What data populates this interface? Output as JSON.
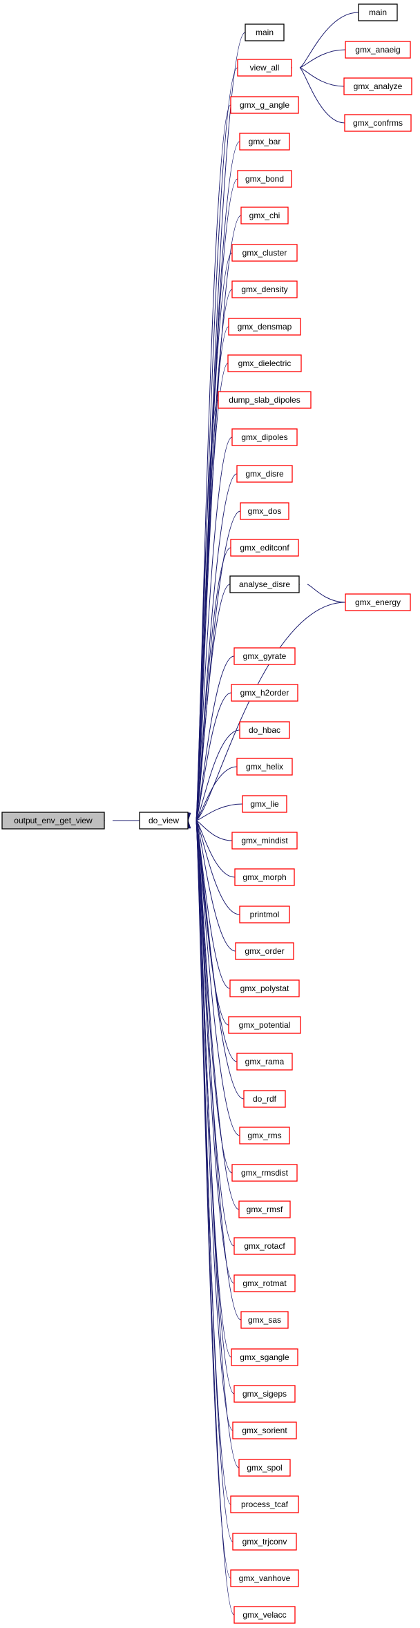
{
  "colors": {
    "edge": "#1a1a6e",
    "arrow": "#1a1a6e",
    "focus_fill": "#bfbfbf",
    "focus_border": "#000000",
    "black_border": "#000000",
    "red_border": "#ff0000",
    "node_fill": "#ffffff"
  },
  "nodes": [
    {
      "id": "output_env_get_view",
      "label": "output_env_get_view",
      "style": "focus"
    },
    {
      "id": "do_view",
      "label": "do_view",
      "style": "black"
    },
    {
      "id": "main_1",
      "label": "main",
      "style": "black"
    },
    {
      "id": "view_all",
      "label": "view_all",
      "style": "red"
    },
    {
      "id": "gmx_g_angle",
      "label": "gmx_g_angle",
      "style": "red"
    },
    {
      "id": "gmx_bar",
      "label": "gmx_bar",
      "style": "red"
    },
    {
      "id": "gmx_bond",
      "label": "gmx_bond",
      "style": "red"
    },
    {
      "id": "gmx_chi",
      "label": "gmx_chi",
      "style": "red"
    },
    {
      "id": "gmx_cluster",
      "label": "gmx_cluster",
      "style": "red"
    },
    {
      "id": "gmx_density",
      "label": "gmx_density",
      "style": "red"
    },
    {
      "id": "gmx_densmap",
      "label": "gmx_densmap",
      "style": "red"
    },
    {
      "id": "gmx_dielectric",
      "label": "gmx_dielectric",
      "style": "red"
    },
    {
      "id": "dump_slab_dipoles",
      "label": "dump_slab_dipoles",
      "style": "red"
    },
    {
      "id": "gmx_dipoles",
      "label": "gmx_dipoles",
      "style": "red"
    },
    {
      "id": "gmx_disre",
      "label": "gmx_disre",
      "style": "red"
    },
    {
      "id": "gmx_dos",
      "label": "gmx_dos",
      "style": "red"
    },
    {
      "id": "gmx_editconf",
      "label": "gmx_editconf",
      "style": "red"
    },
    {
      "id": "analyse_disre",
      "label": "analyse_disre",
      "style": "black"
    },
    {
      "id": "gmx_gyrate",
      "label": "gmx_gyrate",
      "style": "red"
    },
    {
      "id": "gmx_h2order",
      "label": "gmx_h2order",
      "style": "red"
    },
    {
      "id": "do_hbac",
      "label": "do_hbac",
      "style": "red"
    },
    {
      "id": "gmx_helix",
      "label": "gmx_helix",
      "style": "red"
    },
    {
      "id": "gmx_lie",
      "label": "gmx_lie",
      "style": "red"
    },
    {
      "id": "gmx_mindist",
      "label": "gmx_mindist",
      "style": "red"
    },
    {
      "id": "gmx_morph",
      "label": "gmx_morph",
      "style": "red"
    },
    {
      "id": "printmol",
      "label": "printmol",
      "style": "red"
    },
    {
      "id": "gmx_order",
      "label": "gmx_order",
      "style": "red"
    },
    {
      "id": "gmx_polystat",
      "label": "gmx_polystat",
      "style": "red"
    },
    {
      "id": "gmx_potential",
      "label": "gmx_potential",
      "style": "red"
    },
    {
      "id": "gmx_rama",
      "label": "gmx_rama",
      "style": "red"
    },
    {
      "id": "do_rdf",
      "label": "do_rdf",
      "style": "red"
    },
    {
      "id": "gmx_rms",
      "label": "gmx_rms",
      "style": "red"
    },
    {
      "id": "gmx_rmsdist",
      "label": "gmx_rmsdist",
      "style": "red"
    },
    {
      "id": "gmx_rmsf",
      "label": "gmx_rmsf",
      "style": "red"
    },
    {
      "id": "gmx_rotacf",
      "label": "gmx_rotacf",
      "style": "red"
    },
    {
      "id": "gmx_rotmat",
      "label": "gmx_rotmat",
      "style": "red"
    },
    {
      "id": "gmx_sas",
      "label": "gmx_sas",
      "style": "red"
    },
    {
      "id": "gmx_sgangle",
      "label": "gmx_sgangle",
      "style": "red"
    },
    {
      "id": "gmx_sigeps",
      "label": "gmx_sigeps",
      "style": "red"
    },
    {
      "id": "gmx_sorient",
      "label": "gmx_sorient",
      "style": "red"
    },
    {
      "id": "gmx_spol",
      "label": "gmx_spol",
      "style": "red"
    },
    {
      "id": "process_tcaf",
      "label": "process_tcaf",
      "style": "red"
    },
    {
      "id": "gmx_trjconv",
      "label": "gmx_trjconv",
      "style": "red"
    },
    {
      "id": "gmx_vanhove",
      "label": "gmx_vanhove",
      "style": "red"
    },
    {
      "id": "gmx_velacc",
      "label": "gmx_velacc",
      "style": "red"
    },
    {
      "id": "main_2",
      "label": "main",
      "style": "black"
    },
    {
      "id": "gmx_anaeig",
      "label": "gmx_anaeig",
      "style": "red"
    },
    {
      "id": "gmx_analyze",
      "label": "gmx_analyze",
      "style": "red"
    },
    {
      "id": "gmx_confrms",
      "label": "gmx_confrms",
      "style": "red"
    },
    {
      "id": "gmx_energy",
      "label": "gmx_energy",
      "style": "red"
    }
  ],
  "edges": [
    {
      "from": "do_view",
      "to": "output_env_get_view"
    },
    {
      "from": "main_1",
      "to": "do_view"
    },
    {
      "from": "view_all",
      "to": "do_view"
    },
    {
      "from": "gmx_g_angle",
      "to": "do_view"
    },
    {
      "from": "gmx_bar",
      "to": "do_view"
    },
    {
      "from": "gmx_bond",
      "to": "do_view"
    },
    {
      "from": "gmx_chi",
      "to": "do_view"
    },
    {
      "from": "gmx_cluster",
      "to": "do_view"
    },
    {
      "from": "gmx_density",
      "to": "do_view"
    },
    {
      "from": "gmx_densmap",
      "to": "do_view"
    },
    {
      "from": "gmx_dielectric",
      "to": "do_view"
    },
    {
      "from": "dump_slab_dipoles",
      "to": "do_view"
    },
    {
      "from": "gmx_dipoles",
      "to": "do_view"
    },
    {
      "from": "gmx_disre",
      "to": "do_view"
    },
    {
      "from": "gmx_dos",
      "to": "do_view"
    },
    {
      "from": "gmx_editconf",
      "to": "do_view"
    },
    {
      "from": "analyse_disre",
      "to": "do_view"
    },
    {
      "from": "gmx_energy",
      "to": "do_view"
    },
    {
      "from": "gmx_gyrate",
      "to": "do_view"
    },
    {
      "from": "gmx_h2order",
      "to": "do_view"
    },
    {
      "from": "do_hbac",
      "to": "do_view"
    },
    {
      "from": "gmx_helix",
      "to": "do_view"
    },
    {
      "from": "gmx_lie",
      "to": "do_view"
    },
    {
      "from": "gmx_mindist",
      "to": "do_view"
    },
    {
      "from": "gmx_morph",
      "to": "do_view"
    },
    {
      "from": "printmol",
      "to": "do_view"
    },
    {
      "from": "gmx_order",
      "to": "do_view"
    },
    {
      "from": "gmx_polystat",
      "to": "do_view"
    },
    {
      "from": "gmx_potential",
      "to": "do_view"
    },
    {
      "from": "gmx_rama",
      "to": "do_view"
    },
    {
      "from": "do_rdf",
      "to": "do_view"
    },
    {
      "from": "gmx_rms",
      "to": "do_view"
    },
    {
      "from": "gmx_rmsdist",
      "to": "do_view"
    },
    {
      "from": "gmx_rmsf",
      "to": "do_view"
    },
    {
      "from": "gmx_rotacf",
      "to": "do_view"
    },
    {
      "from": "gmx_rotmat",
      "to": "do_view"
    },
    {
      "from": "gmx_sas",
      "to": "do_view"
    },
    {
      "from": "gmx_sgangle",
      "to": "do_view"
    },
    {
      "from": "gmx_sigeps",
      "to": "do_view"
    },
    {
      "from": "gmx_sorient",
      "to": "do_view"
    },
    {
      "from": "gmx_spol",
      "to": "do_view"
    },
    {
      "from": "process_tcaf",
      "to": "do_view"
    },
    {
      "from": "gmx_trjconv",
      "to": "do_view"
    },
    {
      "from": "gmx_vanhove",
      "to": "do_view"
    },
    {
      "from": "gmx_velacc",
      "to": "do_view"
    },
    {
      "from": "main_2",
      "to": "view_all"
    },
    {
      "from": "gmx_anaeig",
      "to": "view_all"
    },
    {
      "from": "gmx_analyze",
      "to": "view_all"
    },
    {
      "from": "gmx_confrms",
      "to": "view_all"
    },
    {
      "from": "gmx_energy",
      "to": "analyse_disre"
    }
  ]
}
